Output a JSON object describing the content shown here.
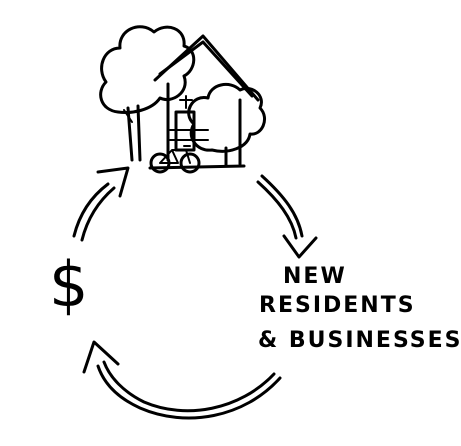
{
  "labels": {
    "line1": "NEW",
    "line2": "RESIDENTS",
    "line3": "& BUSINESSES"
  },
  "dollar_sign": "$",
  "icons": [
    "house-icon",
    "tree-icon",
    "bicycle-icon",
    "cycle-arrow-icon"
  ]
}
